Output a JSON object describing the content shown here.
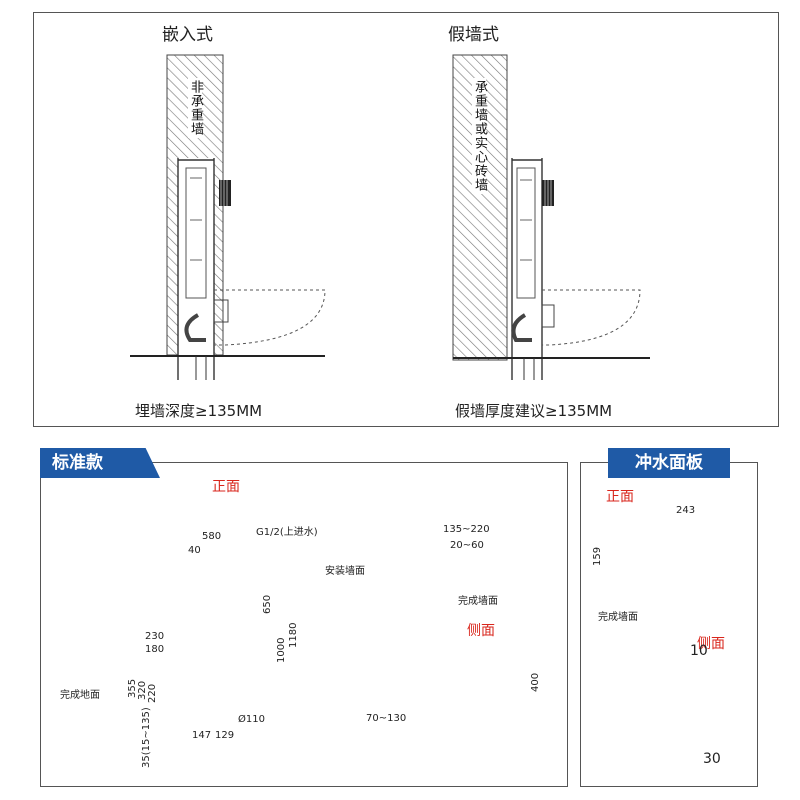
{
  "top": {
    "left_title": "嵌入式",
    "right_title": "假墙式",
    "left_wall_label": "非承重墙",
    "right_wall_label": "承重墙或实心砖墙",
    "left_caption": "埋墙深度≥135MM",
    "right_caption": "假墙厚度建议≥135MM"
  },
  "standard": {
    "tab": "标准款",
    "front_label": "正面",
    "side_label": "侧面",
    "inlet_label": "G1/2(上进水)",
    "floor_label": "完成地面",
    "install_wall_label": "安装墙面",
    "finish_wall_label": "完成墙面",
    "dims": {
      "w580": "580",
      "w40": "40",
      "h650": "650",
      "h1000": "1000",
      "h1180": "1180",
      "d230": "230",
      "d180": "180",
      "h355": "355",
      "h320": "320",
      "h220": "220",
      "h35": "35(15~135)",
      "w147": "147",
      "w129": "129",
      "dia110": "Ø110",
      "d135_220": "135~220",
      "d20_60": "20~60",
      "h400": "400",
      "d70_130": "70~130"
    }
  },
  "flush_panel": {
    "tab": "冲水面板",
    "front_label": "正面",
    "side_label": "侧面",
    "finish_wall_label": "完成墙面",
    "dims": {
      "w243": "243",
      "h159": "159",
      "d10": "10",
      "d30": "30"
    }
  },
  "colors": {
    "tab_bg": "#1f5aa6",
    "accent_red": "#d9261c",
    "line": "#333333"
  }
}
